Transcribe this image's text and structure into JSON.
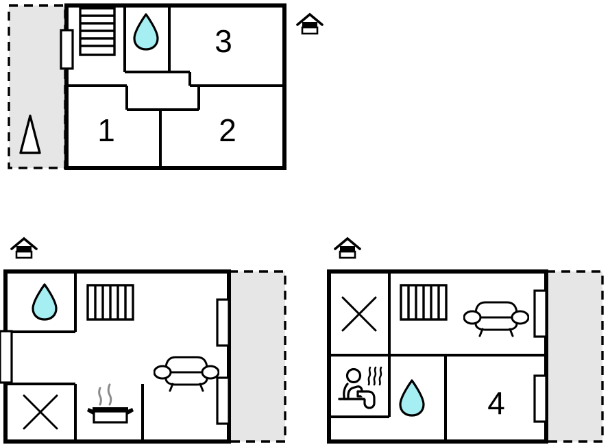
{
  "diagram": {
    "type": "floor-plan-set",
    "title": "Holiday house floor plans",
    "plan_count": 3,
    "colors": {
      "wall": "#000000",
      "terrace_fill": "#E6E6E6",
      "terrace_border": "#000000",
      "water_drop_fill": "#A5EEF2",
      "background": "#FFFFFF",
      "steam": "#808080"
    }
  },
  "plans": [
    {
      "id": "plan-top",
      "name": "upper-floor-plan",
      "rooms": [
        {
          "label": "1",
          "name": "room-1"
        },
        {
          "label": "2",
          "name": "room-2"
        },
        {
          "label": "3",
          "name": "room-3"
        }
      ],
      "icons": [
        {
          "name": "stairs-icon",
          "orientation": "horizontal",
          "steps": 6
        },
        {
          "name": "water-drop-icon",
          "meaning": "bathroom"
        },
        {
          "name": "tree-icon",
          "meaning": "outdoor-plant"
        },
        {
          "name": "house-marker-icon",
          "meaning": "floor-level-indicator"
        }
      ],
      "terrace": {
        "name": "terrace-area",
        "position": "left",
        "style": "dashed"
      },
      "windows": 1
    },
    {
      "id": "plan-bottom-left",
      "name": "ground-floor-plan",
      "rooms": [],
      "icons": [
        {
          "name": "water-drop-icon",
          "meaning": "bathroom"
        },
        {
          "name": "stairs-icon",
          "orientation": "vertical",
          "steps": 6
        },
        {
          "name": "sofa-icon",
          "meaning": "living-room"
        },
        {
          "name": "cooking-pot-icon",
          "meaning": "kitchen"
        },
        {
          "name": "crossed-square-icon",
          "meaning": "unspecified-room"
        },
        {
          "name": "house-marker-icon",
          "meaning": "floor-level-indicator"
        }
      ],
      "terrace": {
        "name": "terrace-area",
        "position": "right",
        "style": "dashed"
      },
      "windows": 3
    },
    {
      "id": "plan-bottom-right",
      "name": "basement-floor-plan",
      "rooms": [
        {
          "label": "4",
          "name": "room-4"
        }
      ],
      "icons": [
        {
          "name": "crossed-square-icon",
          "meaning": "unspecified-room"
        },
        {
          "name": "stairs-icon",
          "orientation": "vertical",
          "steps": 6
        },
        {
          "name": "sofa-icon",
          "meaning": "living-room"
        },
        {
          "name": "sauna-icon",
          "meaning": "sauna"
        },
        {
          "name": "water-drop-icon",
          "meaning": "bathroom"
        },
        {
          "name": "house-marker-icon",
          "meaning": "floor-level-indicator"
        }
      ],
      "terrace": {
        "name": "terrace-area",
        "position": "right",
        "style": "dashed"
      },
      "windows": 2
    }
  ],
  "labels": {
    "room_1": "1",
    "room_2": "2",
    "room_3": "3",
    "room_4": "4"
  }
}
